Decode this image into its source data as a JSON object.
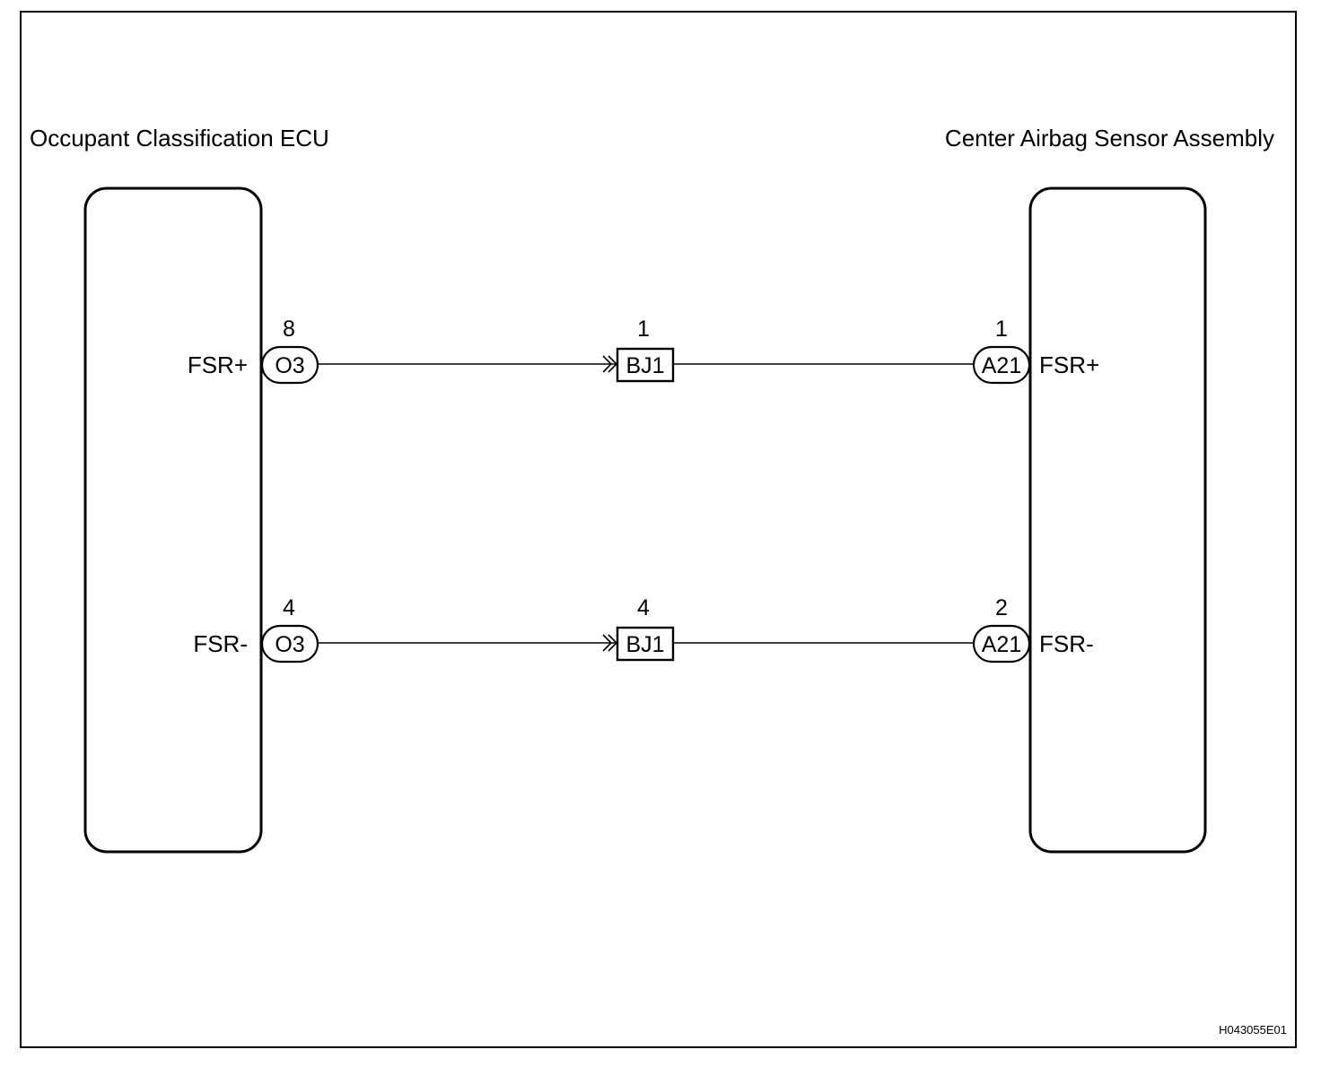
{
  "left_component": {
    "title": "Occupant Classification ECU",
    "pins": [
      {
        "name": "FSR+",
        "connector": "O3",
        "pin": "8"
      },
      {
        "name": "FSR-",
        "connector": "O3",
        "pin": "4"
      }
    ]
  },
  "junction": {
    "pins": [
      {
        "connector": "BJ1",
        "pin": "1"
      },
      {
        "connector": "BJ1",
        "pin": "4"
      }
    ]
  },
  "right_component": {
    "title": "Center Airbag Sensor Assembly",
    "pins": [
      {
        "name": "FSR+",
        "connector": "A21",
        "pin": "1"
      },
      {
        "name": "FSR-",
        "connector": "A21",
        "pin": "2"
      }
    ]
  },
  "figure_code": "H043055E01"
}
